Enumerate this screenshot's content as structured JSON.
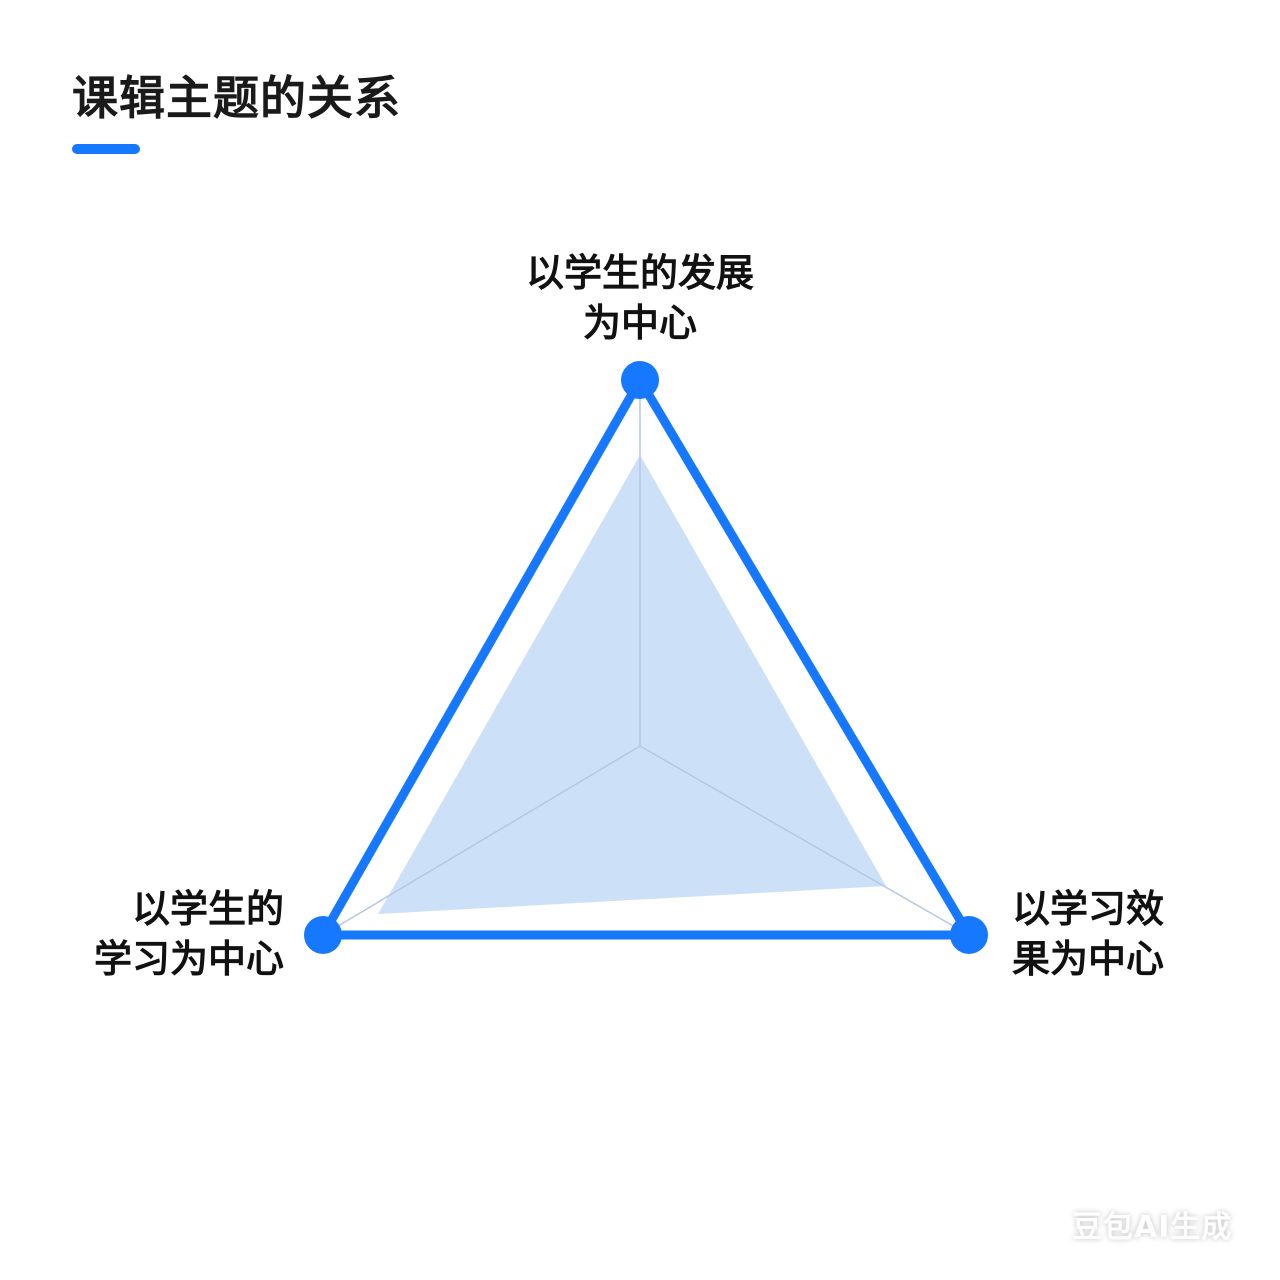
{
  "header": {
    "title": "课辑主题的关系",
    "underline_color": "#1677ff"
  },
  "diagram": {
    "type": "triangle-radar",
    "colors": {
      "outline": "#1677ff",
      "vertex": "#1677ff",
      "fill": "#c9dff7",
      "axis": "#a9c3e6"
    },
    "vertices": [
      {
        "id": "top",
        "line1": "以学生的发展",
        "line2": "为中心"
      },
      {
        "id": "left",
        "line1": "以学生的",
        "line2": "学习为中心"
      },
      {
        "id": "right",
        "line1": "以学习效",
        "line2": "果为中心"
      }
    ]
  },
  "watermark": {
    "text": "豆包AI生成"
  }
}
